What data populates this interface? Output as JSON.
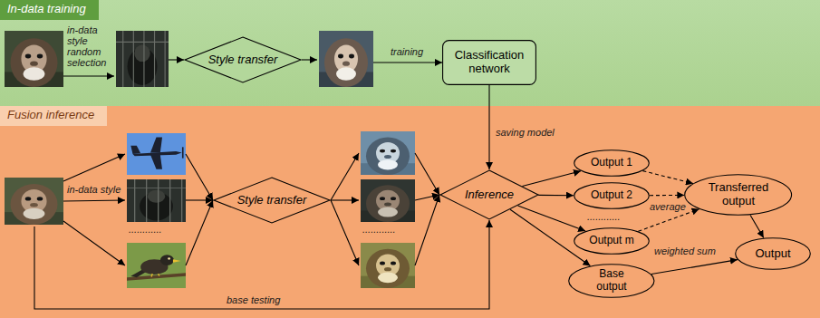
{
  "diagram": {
    "nodes": [
      {
        "text": [
          "In-data training"
        ]
      },
      {
        "text": [
          "Style transfer"
        ],
        "in": 0
      },
      {
        "text": [
          "Classification network"
        ],
        "in": 0
      },
      {
        "text": [
          "Fusion inference"
        ]
      },
      {
        "text": [
          "Style transfer"
        ],
        "in": 3
      },
      {
        "text": [
          "Inference"
        ],
        "in": 3
      },
      {
        "text": [
          "Output 1"
        ],
        "in": 3
      },
      {
        "text": [
          "Output 2"
        ],
        "in": 3
      },
      {
        "text": [
          "Output m"
        ],
        "in": 3
      },
      {
        "text": [
          "Base output"
        ],
        "in": 3
      },
      {
        "text": [
          "Transferred output"
        ],
        "in": 3
      },
      {
        "text": [
          "Output"
        ],
        "in": 3
      }
    ],
    "edges": [
      {
        "from": 2,
        "to": 5,
        "arrow": "to",
        "label": "saving model"
      },
      {
        "from": 5,
        "to": 6,
        "arrow": "to"
      },
      {
        "from": 5,
        "to": 7,
        "arrow": "to"
      },
      {
        "from": 5,
        "to": 8,
        "arrow": "to"
      },
      {
        "from": 5,
        "to": 9,
        "arrow": "to"
      },
      {
        "from": 6,
        "to": 10,
        "arrow": "to"
      },
      {
        "from": 7,
        "to": 10,
        "arrow": "to",
        "label": "average"
      },
      {
        "from": 8,
        "to": 10,
        "arrow": "to"
      },
      {
        "from": 10,
        "to": 11,
        "arrow": "to"
      },
      {
        "from": 9,
        "to": 11,
        "arrow": "to",
        "label": "weighted sum"
      }
    ],
    "labels": [
      "in-data style random selection",
      "training",
      "in-data style",
      "............",
      "............",
      "............",
      "base testing"
    ]
  }
}
